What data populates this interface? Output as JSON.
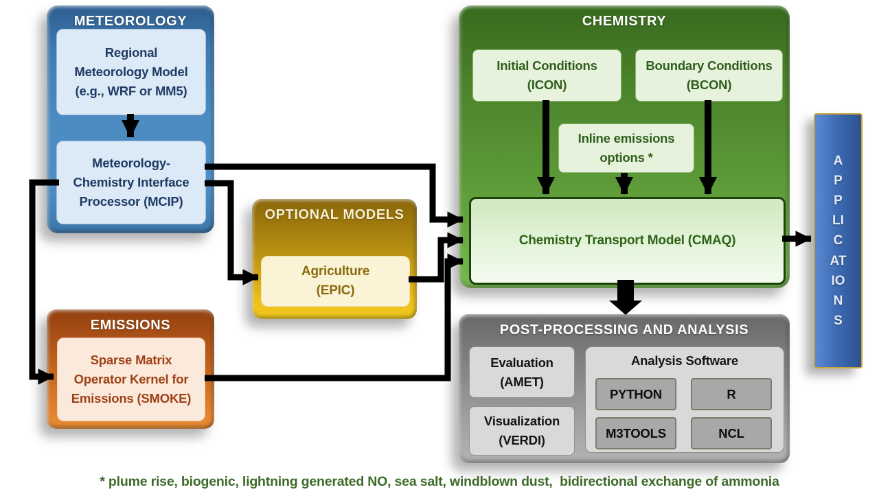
{
  "meteorology": {
    "title": "METEOROLOGY",
    "regional_model_label": "Regional\nMeteorology Model\n(e.g., WRF or MM5)",
    "mcip_label": "Meteorology-\nChemistry Interface\nProcessor (MCIP)"
  },
  "chemistry": {
    "title": "CHEMISTRY",
    "icon_label": "Initial Conditions\n(ICON)",
    "bcon_label": "Boundary Conditions\n(BCON)",
    "inline_emissions_label": "Inline emissions\noptions *",
    "cmaq_label": "Chemistry Transport Model (CMAQ)"
  },
  "optional_models": {
    "title": "OPTIONAL MODELS",
    "epic_label": "Agriculture\n(EPIC)"
  },
  "emissions": {
    "title": "EMISSIONS",
    "smoke_label": "Sparse Matrix\nOperator Kernel for\nEmissions (SMOKE)"
  },
  "post_processing": {
    "title": "POST-PROCESSING AND ANALYSIS",
    "amet_label": "Evaluation\n(AMET)",
    "verdi_label": "Visualization\n(VERDI)",
    "analysis_software_label": "Analysis Software",
    "tools": [
      "PYTHON",
      "R",
      "M3TOOLS",
      "NCL"
    ]
  },
  "applications": {
    "label": "APPLICATIONS"
  },
  "footnote": "* plume rise, biogenic, lightning generated NO, sea salt, windblown dust,  bidirectional exchange of ammonia",
  "colors": {
    "meteorology_blue": "#4c8cc2",
    "meteorology_inner": "#dceaf7",
    "chemistry_green": "#5c9a37",
    "chemistry_inner": "#e6f2dc",
    "optional_gold": "#cfa414",
    "optional_inner": "#fbf3d5",
    "emissions_orange": "#cc6f24",
    "emissions_inner": "#fbeadb",
    "post_gray": "#9b9b9b",
    "post_inner": "#d9d9d9",
    "applications_blue": "#3e6cb4",
    "applications_border_gold": "#c9a33a",
    "arrow_black": "#000000",
    "footnote_green": "#3c6b28"
  }
}
